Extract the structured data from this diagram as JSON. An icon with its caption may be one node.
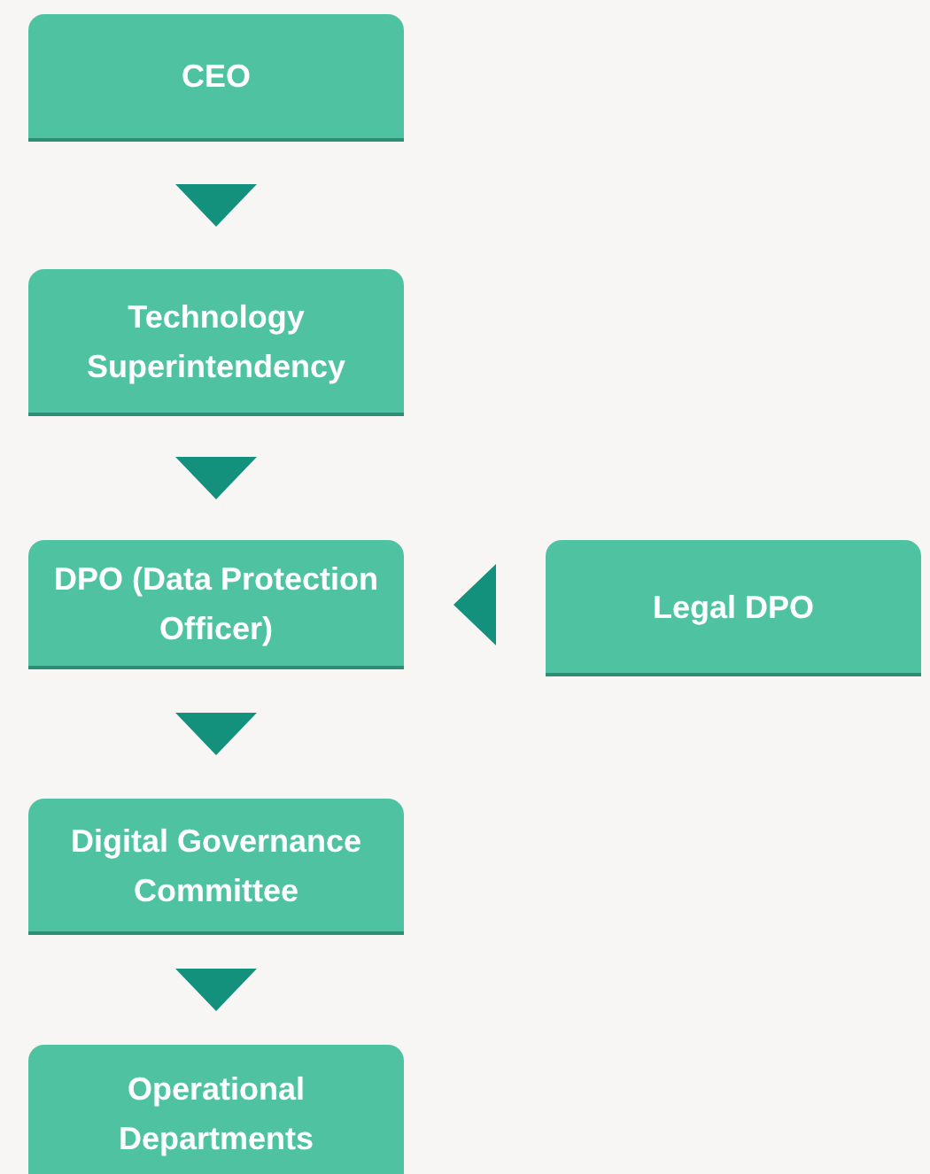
{
  "diagram": {
    "nodes": [
      {
        "text": [
          "CEO"
        ]
      },
      {
        "text": [
          "Technology Superintendency"
        ]
      },
      {
        "text": [
          "DPO (Data Protection Officer)"
        ]
      },
      {
        "text": [
          "Legal DPO"
        ]
      },
      {
        "text": [
          "Digital Governance Committee"
        ]
      },
      {
        "text": [
          "Operational Departments"
        ]
      }
    ],
    "edges": [
      {
        "from": 0,
        "to": 1,
        "arrow": "to"
      },
      {
        "from": 1,
        "to": 2,
        "arrow": "to"
      },
      {
        "from": 3,
        "to": 2,
        "arrow": "to"
      },
      {
        "from": 2,
        "to": 4,
        "arrow": "to"
      },
      {
        "from": 4,
        "to": 5,
        "arrow": "to"
      }
    ]
  }
}
